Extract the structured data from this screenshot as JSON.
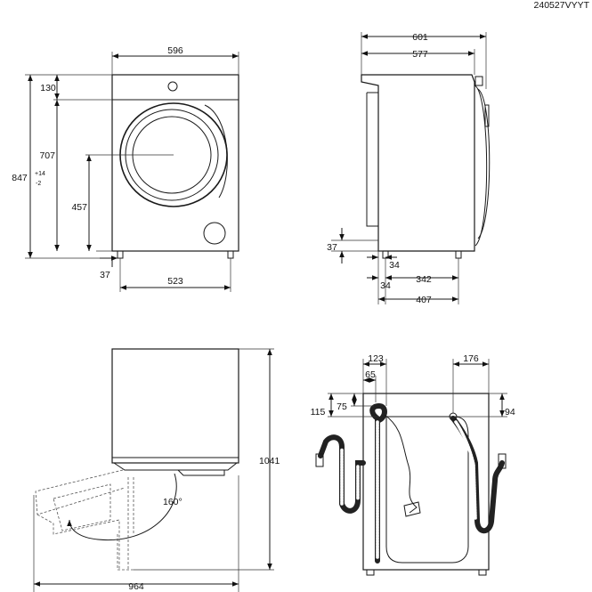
{
  "drawing_code": "240527VYYT",
  "front_view": {
    "width": "596",
    "top_panel_height": "130",
    "door_center_height": "707",
    "total_height": "847",
    "height_tolerance_upper": "+14",
    "height_tolerance_lower": "-2",
    "door_bottom_height": "457",
    "foot_height": "37",
    "foot_spacing": "523"
  },
  "side_view": {
    "total_depth": "601",
    "body_depth": "577",
    "foot_height": "37",
    "foot_offset_a": "34",
    "foot_offset_b": "34",
    "foot_spacing": "342",
    "foot_depth_total": "407"
  },
  "door_view": {
    "height_door_open": "1041",
    "door_angle": "160°",
    "total_depth_door_open": "964"
  },
  "rear_view": {
    "drain_outlet_x": "123",
    "drain_hose_x": "65",
    "drain_outlet_y": "115",
    "drain_hose_y": "75",
    "inlet_x": "176",
    "inlet_y": "94"
  }
}
